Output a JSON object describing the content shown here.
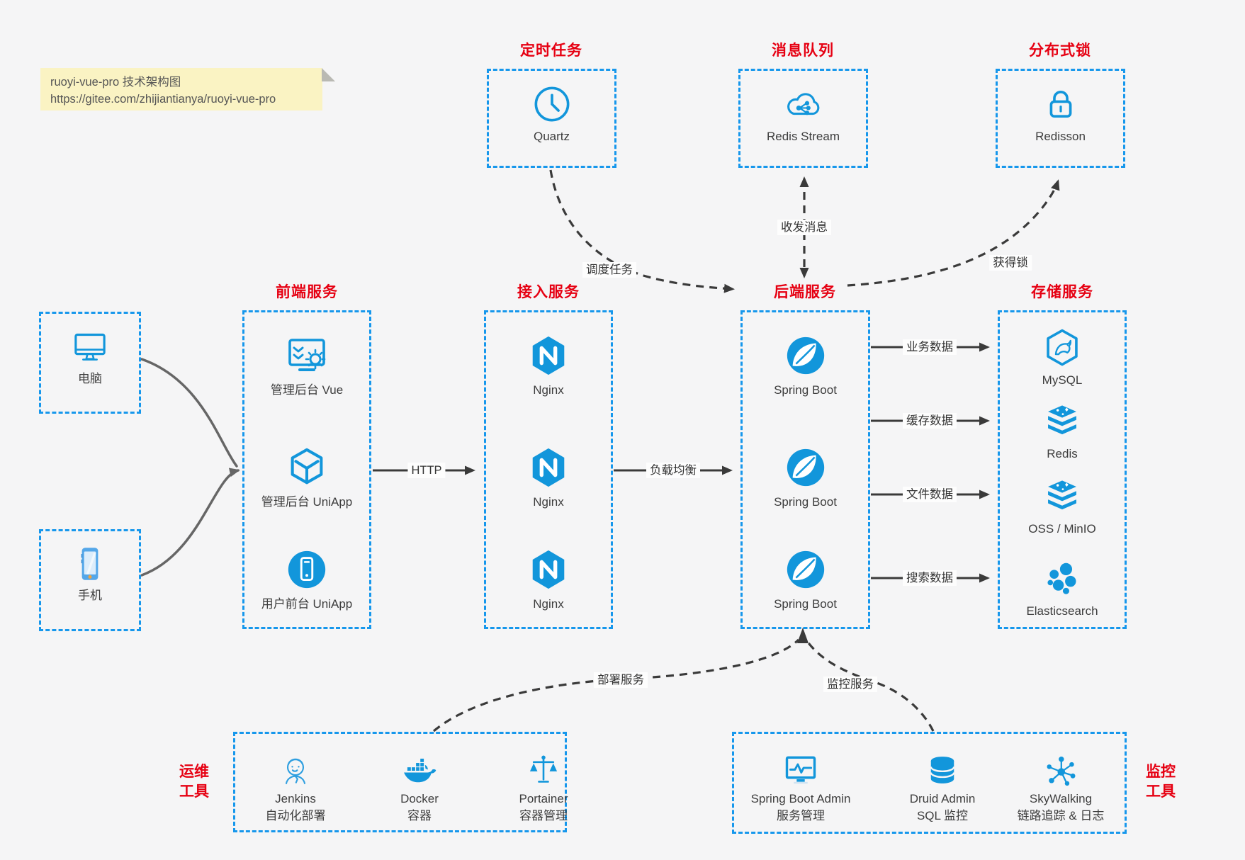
{
  "note": {
    "line1": "ruoyi-vue-pro 技术架构图",
    "line2": "https://gitee.com/zhijiantianya/ruoyi-vue-pro"
  },
  "colors": {
    "accent_blue": "#1296db",
    "border_blue": "#1697ec",
    "title_red": "#e60012",
    "note_bg": "#faf3c3",
    "canvas_bg": "#f5f5f6"
  },
  "groups": {
    "scheduler": {
      "title": "定时任务",
      "item": {
        "icon": "clock-icon",
        "label": "Quartz"
      }
    },
    "mq": {
      "title": "消息队列",
      "item": {
        "icon": "cloud-queue-icon",
        "label": "Redis Stream"
      }
    },
    "lock": {
      "title": "分布式锁",
      "item": {
        "icon": "padlock-icon",
        "label": "Redisson"
      }
    },
    "clients": {
      "items": [
        {
          "icon": "desktop-icon",
          "label": "电脑"
        },
        {
          "icon": "smartphone-icon",
          "label": "手机"
        }
      ]
    },
    "frontend": {
      "title": "前端服务",
      "items": [
        {
          "icon": "admin-vue-icon",
          "label": "管理后台 Vue"
        },
        {
          "icon": "uniapp-cube-icon",
          "label": "管理后台 UniApp"
        },
        {
          "icon": "mobile-app-icon",
          "label": "用户前台 UniApp"
        }
      ]
    },
    "gateway": {
      "title": "接入服务",
      "items": [
        {
          "icon": "nginx-icon",
          "label": "Nginx"
        },
        {
          "icon": "nginx-icon",
          "label": "Nginx"
        },
        {
          "icon": "nginx-icon",
          "label": "Nginx"
        }
      ]
    },
    "backend": {
      "title": "后端服务",
      "items": [
        {
          "icon": "spring-icon",
          "label": "Spring Boot"
        },
        {
          "icon": "spring-icon",
          "label": "Spring Boot"
        },
        {
          "icon": "spring-icon",
          "label": "Spring Boot"
        }
      ]
    },
    "storage": {
      "title": "存储服务",
      "items": [
        {
          "icon": "mysql-icon",
          "label": "MySQL"
        },
        {
          "icon": "redis-stack-icon",
          "label": "Redis"
        },
        {
          "icon": "redis-stack-icon",
          "label": "OSS / MinIO"
        },
        {
          "icon": "elasticsearch-icon",
          "label": "Elasticsearch"
        }
      ]
    },
    "ops": {
      "side1": "运维",
      "side2": "工具",
      "items": [
        {
          "icon": "jenkins-icon",
          "line1": "Jenkins",
          "line2": "自动化部署"
        },
        {
          "icon": "docker-icon",
          "line1": "Docker",
          "line2": "容器"
        },
        {
          "icon": "portainer-icon",
          "line1": "Portainer",
          "line2": "容器管理"
        }
      ]
    },
    "monitoring": {
      "side1": "监控",
      "side2": "工具",
      "items": [
        {
          "icon": "sba-icon",
          "line1": "Spring Boot Admin",
          "line2": "服务管理"
        },
        {
          "icon": "druid-icon",
          "line1": "Druid Admin",
          "line2": "SQL 监控"
        },
        {
          "icon": "skywalking-icon",
          "line1": "SkyWalking",
          "line2": "链路追踪 & 日志"
        }
      ]
    }
  },
  "edges": {
    "http": "HTTP",
    "load_balance": "负载均衡",
    "business": "业务数据",
    "cache": "缓存数据",
    "file": "文件数据",
    "search": "搜索数据",
    "schedule": "调度任务",
    "message": "收发消息",
    "lock": "获得锁",
    "deploy": "部署服务",
    "monitor": "监控服务"
  }
}
